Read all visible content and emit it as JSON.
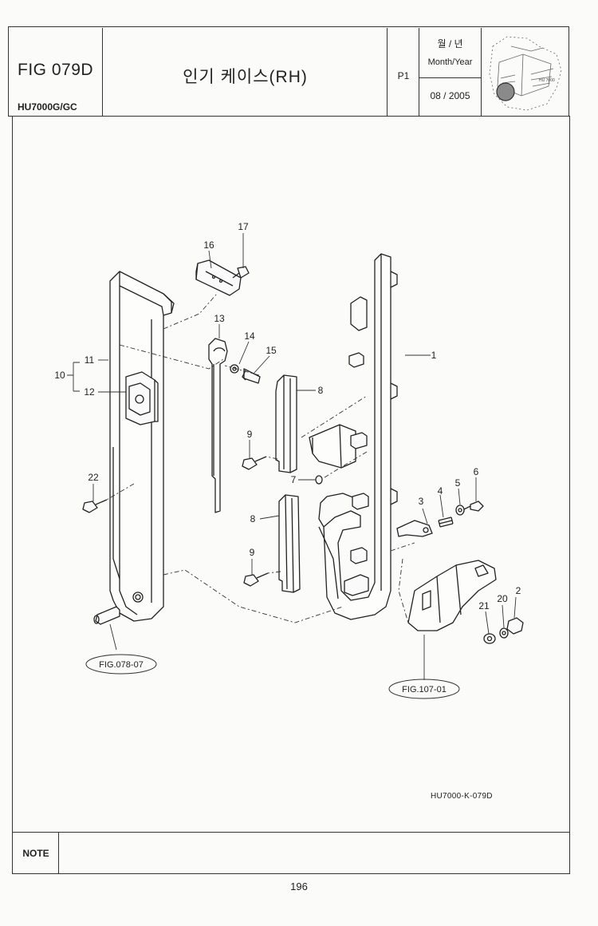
{
  "header": {
    "fig_number": "FIG 079D",
    "model": "HU7000G/GC",
    "title_korean": "인기 케이스(RH)",
    "page": "P1",
    "month_year_korean": "월 / 년",
    "month_year_english": "Month/Year",
    "date": "08 / 2005",
    "thumbnail_icon": "machine-thumbnail-icon"
  },
  "diagram": {
    "callouts": [
      "1",
      "2",
      "3",
      "4",
      "5",
      "6",
      "7",
      "8",
      "8",
      "9",
      "9",
      "10",
      "11",
      "12",
      "13",
      "14",
      "15",
      "16",
      "17",
      "20",
      "21",
      "22"
    ],
    "references": [
      "FIG.078-07",
      "FIG.107-01"
    ],
    "drawing_code": "HU7000-K-079D"
  },
  "footer": {
    "note_label": "NOTE",
    "page_number": "196"
  }
}
